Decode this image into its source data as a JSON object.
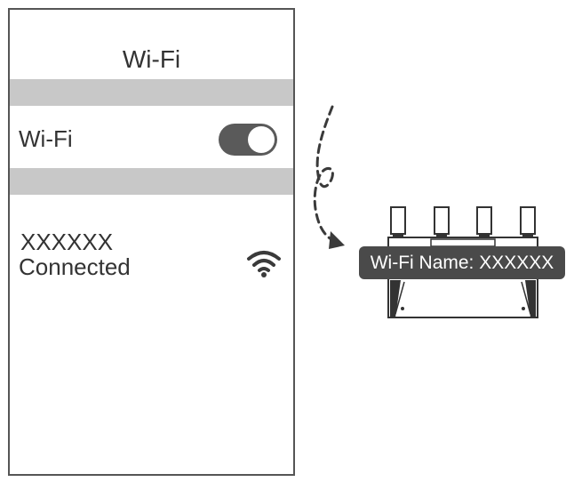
{
  "phone": {
    "title": "Wi-Fi",
    "wifi_row_label": "Wi-Fi",
    "toggle_state": "on",
    "network": {
      "name": "XXXXXX",
      "status": "Connected"
    }
  },
  "router": {
    "label": "Wi-Fi Name: XXXXXX"
  },
  "icons": {
    "signal": "wifi-signal-icon",
    "toggle": "toggle-switch-icon",
    "arrow": "dashed-curved-arrow-icon",
    "router": "router-icon"
  },
  "colors": {
    "toggle_on": "#5a5a5a",
    "band": "#c8c8c8",
    "tag_bg": "#4a4a4a",
    "stroke": "#555555"
  }
}
